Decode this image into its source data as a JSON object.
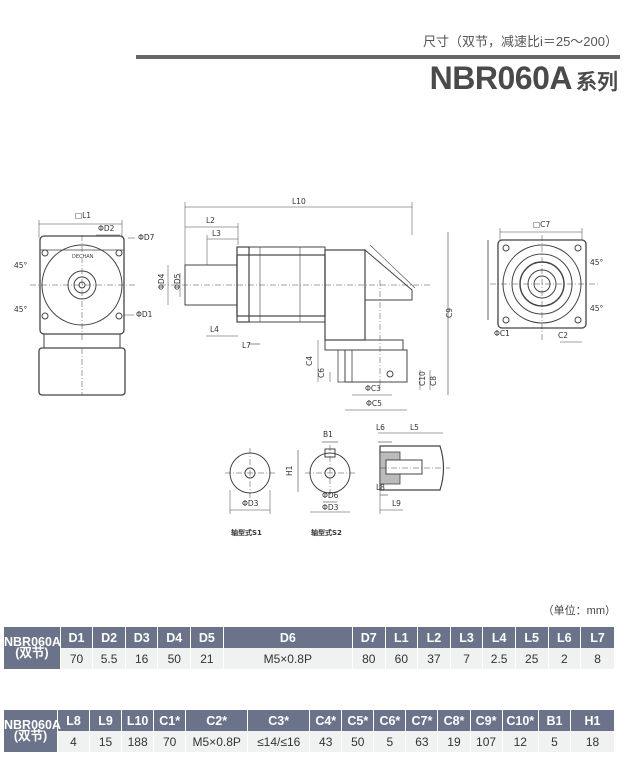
{
  "header": {
    "subtitle": "尺寸（双节，减速比i＝25～200）",
    "model": "NBR060A",
    "series": "系列"
  },
  "drawing_labels": {
    "front": [
      "□L1",
      "ΦD2",
      "ΦD7",
      "45°",
      "45°",
      "ΦD1"
    ],
    "side": [
      "L10",
      "L2",
      "L3",
      "ΦD4",
      "ΦD5",
      "L4",
      "L7",
      "C9",
      "C4",
      "C6",
      "ΦC3",
      "ΦC5",
      "C10",
      "C8"
    ],
    "rear": [
      "□C7",
      "45°",
      "45°",
      "ΦC1",
      "C2"
    ],
    "shaft": [
      "B1",
      "H1",
      "ΦD6",
      "ΦD3",
      "ΦD3",
      "L6",
      "L5",
      "L8",
      "L9"
    ],
    "captions": [
      "轴型式S1",
      "轴型式S2"
    ]
  },
  "unit_note": "（单位：mm）",
  "table1": {
    "model": "NBR060A",
    "model_sub": "(双节)",
    "headers": [
      "D1",
      "D2",
      "D3",
      "D4",
      "D5",
      "D6",
      "D7",
      "L1",
      "L2",
      "L3",
      "L4",
      "L5",
      "L6",
      "L7"
    ],
    "values": [
      "70",
      "5.5",
      "16",
      "50",
      "21",
      "M5×0.8P",
      "80",
      "60",
      "37",
      "7",
      "2.5",
      "25",
      "2",
      "8"
    ]
  },
  "table2": {
    "model": "NBR060A",
    "model_sub": "(双节)",
    "headers": [
      "L8",
      "L9",
      "L10",
      "C1*",
      "C2*",
      "C3*",
      "C4*",
      "C5*",
      "C6*",
      "C7*",
      "C8*",
      "C9*",
      "C10*",
      "B1",
      "H1"
    ],
    "values": [
      "4",
      "15",
      "188",
      "70",
      "M5×0.8P",
      "≤14/≤16",
      "43",
      "50",
      "5",
      "63",
      "19",
      "107",
      "12",
      "5",
      "18"
    ]
  },
  "colors": {
    "header_bg": "#6a7389",
    "row_bg": "#f0f1f1",
    "rule": "#666666"
  }
}
